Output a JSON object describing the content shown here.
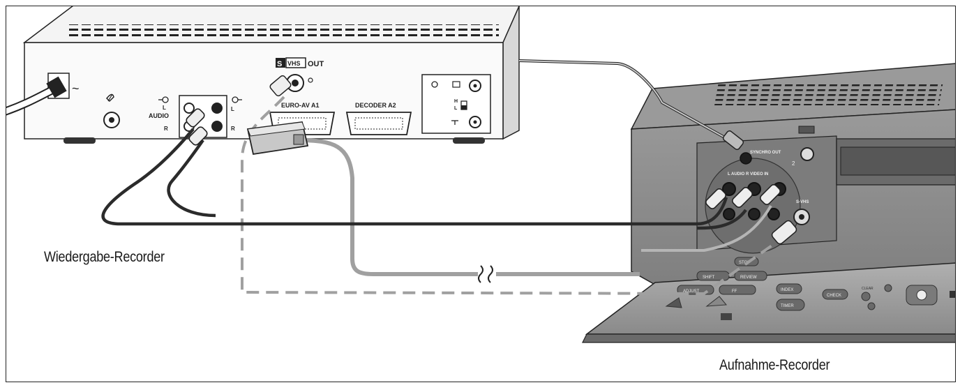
{
  "captions": {
    "playback_recorder": "Wiedergabe-Recorder",
    "recording_recorder": "Aufnahme-Recorder"
  },
  "playback_panel": {
    "svhs_badge": "S",
    "svhs_badge_inverted": "VHS",
    "svhs_out": "OUT",
    "euro_av": "EURO-AV  A1",
    "decoder": "DECODER  A2",
    "audio": "AUDIO",
    "audio_left_l": "L",
    "audio_left_r": "R",
    "audio_right_l": "L",
    "audio_right_r": "R",
    "mains_symbol": "~",
    "ant_h": "H",
    "ant_l": "L"
  },
  "recording_panel": {
    "sync_pro_out": "SYNCHRO OUT",
    "channel_num": "2",
    "audio_video_in": "L AUDIO R VIDEO IN",
    "svhs_label": "S-VHS",
    "flap_buttons": [
      "STOP",
      "SHIFT",
      "REVIEW",
      "ADJUST",
      "FF",
      "INDEX",
      "CHECK",
      "TIMER",
      "CLEAR"
    ]
  },
  "colors": {
    "dark_cable": "#2b2b2b",
    "grey_cable": "#9a9a9a",
    "recorder_body": "#8c8c8c"
  }
}
